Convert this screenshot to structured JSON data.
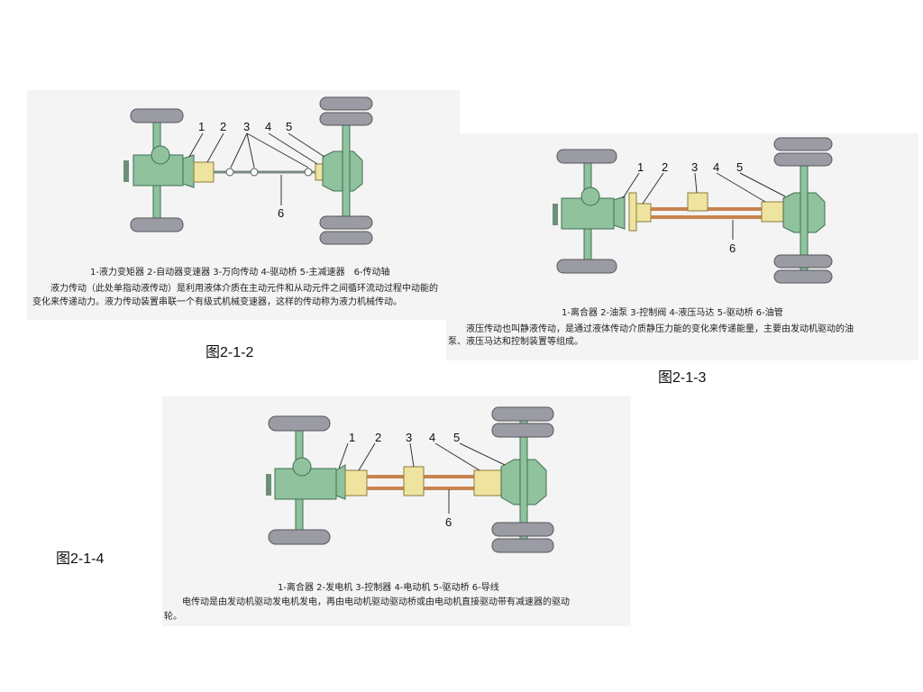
{
  "panels": [
    {
      "id": "2-1-2",
      "numbers": [
        "1",
        "2",
        "3",
        "4",
        "5",
        "6"
      ],
      "legend": "1-液力变矩器 2-自动器变速器 3-万向传动 4-驱动桥 5-主减速器　6-传动轴",
      "desc_line1": "　　液力传动（此处单指动液传动）是利用液体介质在主动元件和从动元件之间循环流动过程中动能的",
      "desc_line2": "变化来传递动力。液力传动装置串联一个有级式机械变速器，这样的传动称为液力机械传动。",
      "figure_label": "图2-1-2"
    },
    {
      "id": "2-1-3",
      "numbers": [
        "1",
        "2",
        "3",
        "4",
        "5",
        "6"
      ],
      "legend": "1-离合器 2-油泵 3-控制阀 4-液压马达 5-驱动桥 6-油管",
      "desc_line1": "　　液压传动也叫静液传动，是通过液体传动介质静压力能的变化来传递能量，主要由发动机驱动的油",
      "desc_line2": "泵、液压马达和控制装置等组成。",
      "figure_label": "图2-1-3"
    },
    {
      "id": "2-1-4",
      "numbers": [
        "1",
        "2",
        "3",
        "4",
        "5",
        "6"
      ],
      "legend": "1-离合器 2-发电机 3-控制器 4-电动机 5-驱动桥 6-导线",
      "desc_line1": "　　电传动是由发动机驱动发电机发电，再由电动机驱动驱动桥或由电动机直接驱动带有减速器的驱动",
      "desc_line2": "轮。",
      "figure_label": "图2-1-4"
    }
  ],
  "colors": {
    "tire": "#9b9ba3",
    "tire_stroke": "#55555c",
    "green": "#8fc29d",
    "green_stroke": "#3f6f52",
    "yellow": "#efe3a0",
    "yellow_stroke": "#8a7c3a",
    "pipe": "#c9834e",
    "panel_bg": "#f4f4f4"
  }
}
